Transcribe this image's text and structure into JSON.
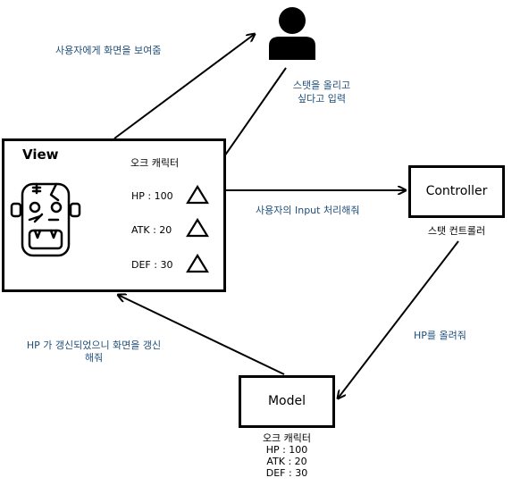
{
  "user": {
    "icon": "user-icon",
    "action_label_line1": "스탯을 올리고",
    "action_label_line2": "싶다고 입력"
  },
  "view": {
    "title": "View",
    "character_name": "오크 캐릭터",
    "stats": [
      {
        "label": "HP : 100"
      },
      {
        "label": "ATK : 20"
      },
      {
        "label": "DEF : 30"
      }
    ],
    "portrait_icon": "orc-face-icon",
    "stat_button_icon": "triangle-up-icon"
  },
  "controller": {
    "title": "Controller",
    "subtitle": "스탯 컨트롤러"
  },
  "model": {
    "title": "Model",
    "character_name": "오크 캐릭터",
    "stats": [
      "HP : 100",
      "ATK : 20",
      "DEF : 30"
    ]
  },
  "arrows": {
    "view_to_user": "사용자에게 화면을 보여줌",
    "view_to_controller": "사용자의 Input 처리해줘",
    "controller_to_model": "HP를 올려줘",
    "model_to_view_line1": "HP 가 갱신되었으니 화면을 갱신",
    "model_to_view_line2": "해줘"
  },
  "colors": {
    "label_blue": "#1f4e79",
    "stroke": "#000000"
  }
}
